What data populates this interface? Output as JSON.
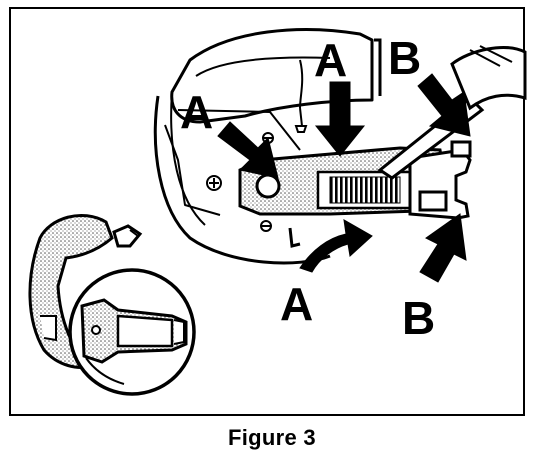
{
  "figure": {
    "caption": "Figure 3",
    "callouts": {
      "a_top": "A",
      "a_left": "A",
      "a_bottom": "A",
      "b_top": "B",
      "b_bottom": "B"
    },
    "colors": {
      "ink": "#000000",
      "paper": "#ffffff",
      "stipple": "#9a9a9a"
    }
  }
}
